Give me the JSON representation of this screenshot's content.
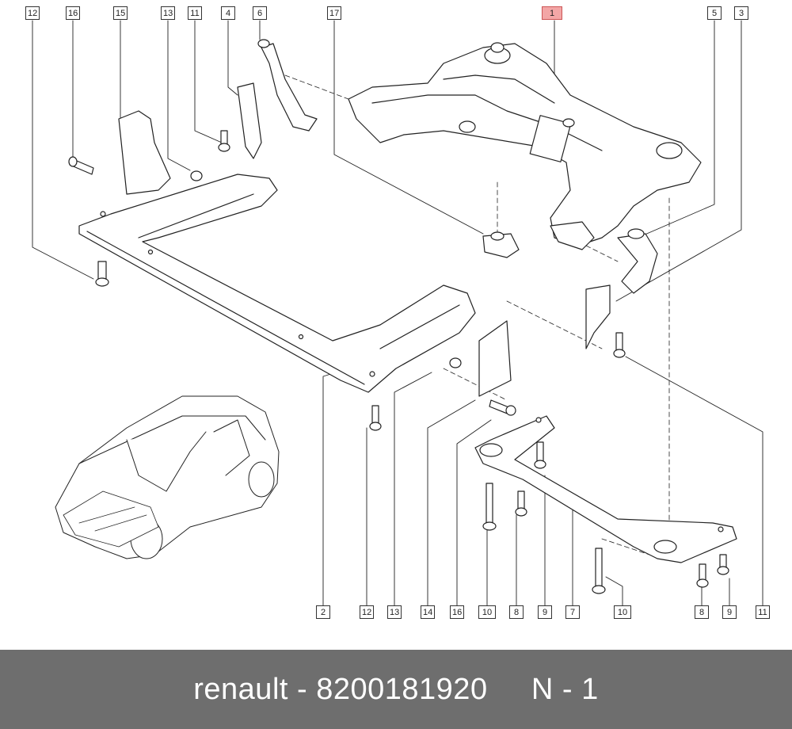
{
  "footer": {
    "brand": "renault",
    "sep": " - ",
    "part_number": "8200181920",
    "gap": "     ",
    "page": "N - 1"
  },
  "callouts": [
    {
      "id": "c12t",
      "text": "12"
    },
    {
      "id": "c16t",
      "text": "16"
    },
    {
      "id": "c15t",
      "text": "15"
    },
    {
      "id": "c13t",
      "text": "13"
    },
    {
      "id": "c11t",
      "text": "11"
    },
    {
      "id": "c4t",
      "text": "4"
    },
    {
      "id": "c6t",
      "text": "6"
    },
    {
      "id": "c17t",
      "text": "17"
    },
    {
      "id": "c1t",
      "text": "1"
    },
    {
      "id": "c5t",
      "text": "5"
    },
    {
      "id": "c3t",
      "text": "3"
    },
    {
      "id": "c2b",
      "text": "2"
    },
    {
      "id": "c12b",
      "text": "12"
    },
    {
      "id": "c13b",
      "text": "13"
    },
    {
      "id": "c14b",
      "text": "14"
    },
    {
      "id": "c16b",
      "text": "16"
    },
    {
      "id": "c10b",
      "text": "10"
    },
    {
      "id": "c8b",
      "text": "8"
    },
    {
      "id": "c9b",
      "text": "9"
    },
    {
      "id": "c7b",
      "text": "7"
    },
    {
      "id": "c10b2",
      "text": "10"
    },
    {
      "id": "c8b2",
      "text": "8"
    },
    {
      "id": "c9b2",
      "text": "9"
    },
    {
      "id": "c11b",
      "text": "11"
    }
  ],
  "colors": {
    "highlight": "#f3a6a6",
    "footer_bg": "#6e6e6e",
    "line": "#222222"
  }
}
